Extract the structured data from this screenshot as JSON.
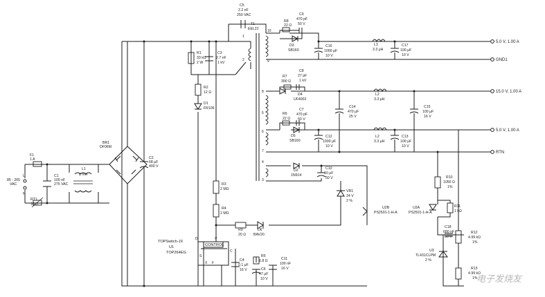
{
  "outputs": {
    "out1": "5.0 V, 1.00 A",
    "gnd": "GND1",
    "out2": "15.0 V, 1.00 A",
    "out3": "5.0 V, 1.00 A",
    "rtn": "RTN"
  },
  "input": {
    "line1": "85 - 265",
    "line2": "VAC",
    "l": "L",
    "n": "N"
  },
  "fuse": {
    "ref": "F1",
    "val": "1 A"
  },
  "c1": {
    "ref": "C1",
    "v1": "100 nF",
    "v2": "275 VAC"
  },
  "l1": {
    "ref": "L1",
    "val": "8 mH"
  },
  "rt1": {
    "ref": "RT1",
    "val": "10 Ω"
  },
  "br1": {
    "ref": "BR1",
    "val": "DF06M"
  },
  "c2": {
    "ref": "C2",
    "v1": "68 μF",
    "v2": "400 V"
  },
  "c5": {
    "ref": "C5",
    "v1": "2.2 nF",
    "v2": "250 VAC"
  },
  "t1": {
    "ref": "T1",
    "val": "EEL22"
  },
  "r1": {
    "ref": "R1",
    "v1": "33 kΩ",
    "v2": "2 W"
  },
  "c3": {
    "ref": "C3",
    "v1": "2.7 nF",
    "v2": "1 kV"
  },
  "r2": {
    "ref": "R2",
    "val": "12 Ω"
  },
  "d1": {
    "ref": "D1",
    "val": "FR106"
  },
  "r3": {
    "ref": "R3",
    "val": "2 MΩ"
  },
  "r4": {
    "ref": "R4",
    "val": "2 MΩ"
  },
  "r8": {
    "ref": "R8",
    "val": "22 Ω"
  },
  "c9": {
    "ref": "C9",
    "v1": "470 pF",
    "v2": "50 V"
  },
  "d3": {
    "ref": "D3",
    "val": "SB160"
  },
  "c16": {
    "ref": "C16",
    "v1": "1000 μF",
    "v2": "10 V"
  },
  "l3": {
    "ref": "L3",
    "val": "3.3 μH"
  },
  "c17": {
    "ref": "C17",
    "v1": "100 μF",
    "v2": "10 V"
  },
  "r7": {
    "ref": "R7",
    "val": "390 Ω"
  },
  "c8": {
    "ref": "C8",
    "v1": "27 pF",
    "v2": "1 kV"
  },
  "d4": {
    "ref": "D4",
    "val": "UF4002"
  },
  "c14": {
    "ref": "C14",
    "v1": "470 μF",
    "v2": "25 V"
  },
  "l2a": {
    "ref": "L2",
    "val": "3.3 μH"
  },
  "c15": {
    "ref": "C15",
    "v1": "100 μF",
    "v2": "16 V"
  },
  "r6": {
    "ref": "R6",
    "val": "22 Ω"
  },
  "c7": {
    "ref": "C7",
    "v1": "470 pF",
    "v2": "50 V"
  },
  "d5": {
    "ref": "D5",
    "val": "SB160"
  },
  "c12": {
    "ref": "C12",
    "v1": "1000 μF",
    "v2": "10 V"
  },
  "l2b": {
    "ref": "L2",
    "val": "3.3 μH"
  },
  "c13": {
    "ref": "C13",
    "v1": "100 μF",
    "v2": "10 V"
  },
  "d2": {
    "ref": "D2",
    "val": "1N914"
  },
  "c10": {
    "ref": "C10",
    "v1": "10 μF",
    "v2": "50 V"
  },
  "vr1": {
    "ref": "VR1",
    "v1": "24 V",
    "v2": "2 %"
  },
  "u2b": {
    "ref": "U2B",
    "val": "PS2501-1-H-A"
  },
  "u2a": {
    "ref": "U2A",
    "val": "PS2501-1-H-A"
  },
  "r10": {
    "ref": "R10",
    "v1": "1050 Ω",
    "v2": "1%"
  },
  "r11": {
    "ref": "R11",
    "val": "1 kΩ"
  },
  "c18": {
    "ref": "C18",
    "v1": "680 nF",
    "v2": "50 V"
  },
  "u3": {
    "ref": "U3",
    "v1": "TL431CLPM",
    "v2": "2 %"
  },
  "r12": {
    "ref": "R12",
    "v1": "4.99 kΩ",
    "v2": "1%"
  },
  "r13": {
    "ref": "R13",
    "v1": "4.99 kΩ",
    "v2": "1%"
  },
  "r5": {
    "ref": "R5",
    "val": "6.8 Ω"
  },
  "r9": {
    "ref": "R9",
    "val": "20 Ω"
  },
  "d6": {
    "ref": "D6",
    "val": "BAV20"
  },
  "c4": {
    "ref": "C4",
    "v1": "0.1 μF",
    "v2": "16 V"
  },
  "c6": {
    "ref": "C6",
    "v1": "47 μF",
    "v2": "10 V"
  },
  "c11": {
    "ref": "C11",
    "v1": "100 nF",
    "v2": "16 V"
  },
  "u1": {
    "family": "TOPSwitch-JX",
    "ref": "U1",
    "part": "TOP264EG",
    "block": "CONTROL",
    "d": "D",
    "v": "V",
    "c": "C",
    "s": "S",
    "f": "F",
    "x": "X"
  },
  "pins": {
    "p1": "1",
    "p2": "2",
    "p3": "3",
    "p4": "4",
    "p5": "5",
    "p6": "6",
    "p7": "7",
    "p8": "8",
    "p9": "9",
    "p10": "10"
  },
  "watermark": "电子发烧友"
}
